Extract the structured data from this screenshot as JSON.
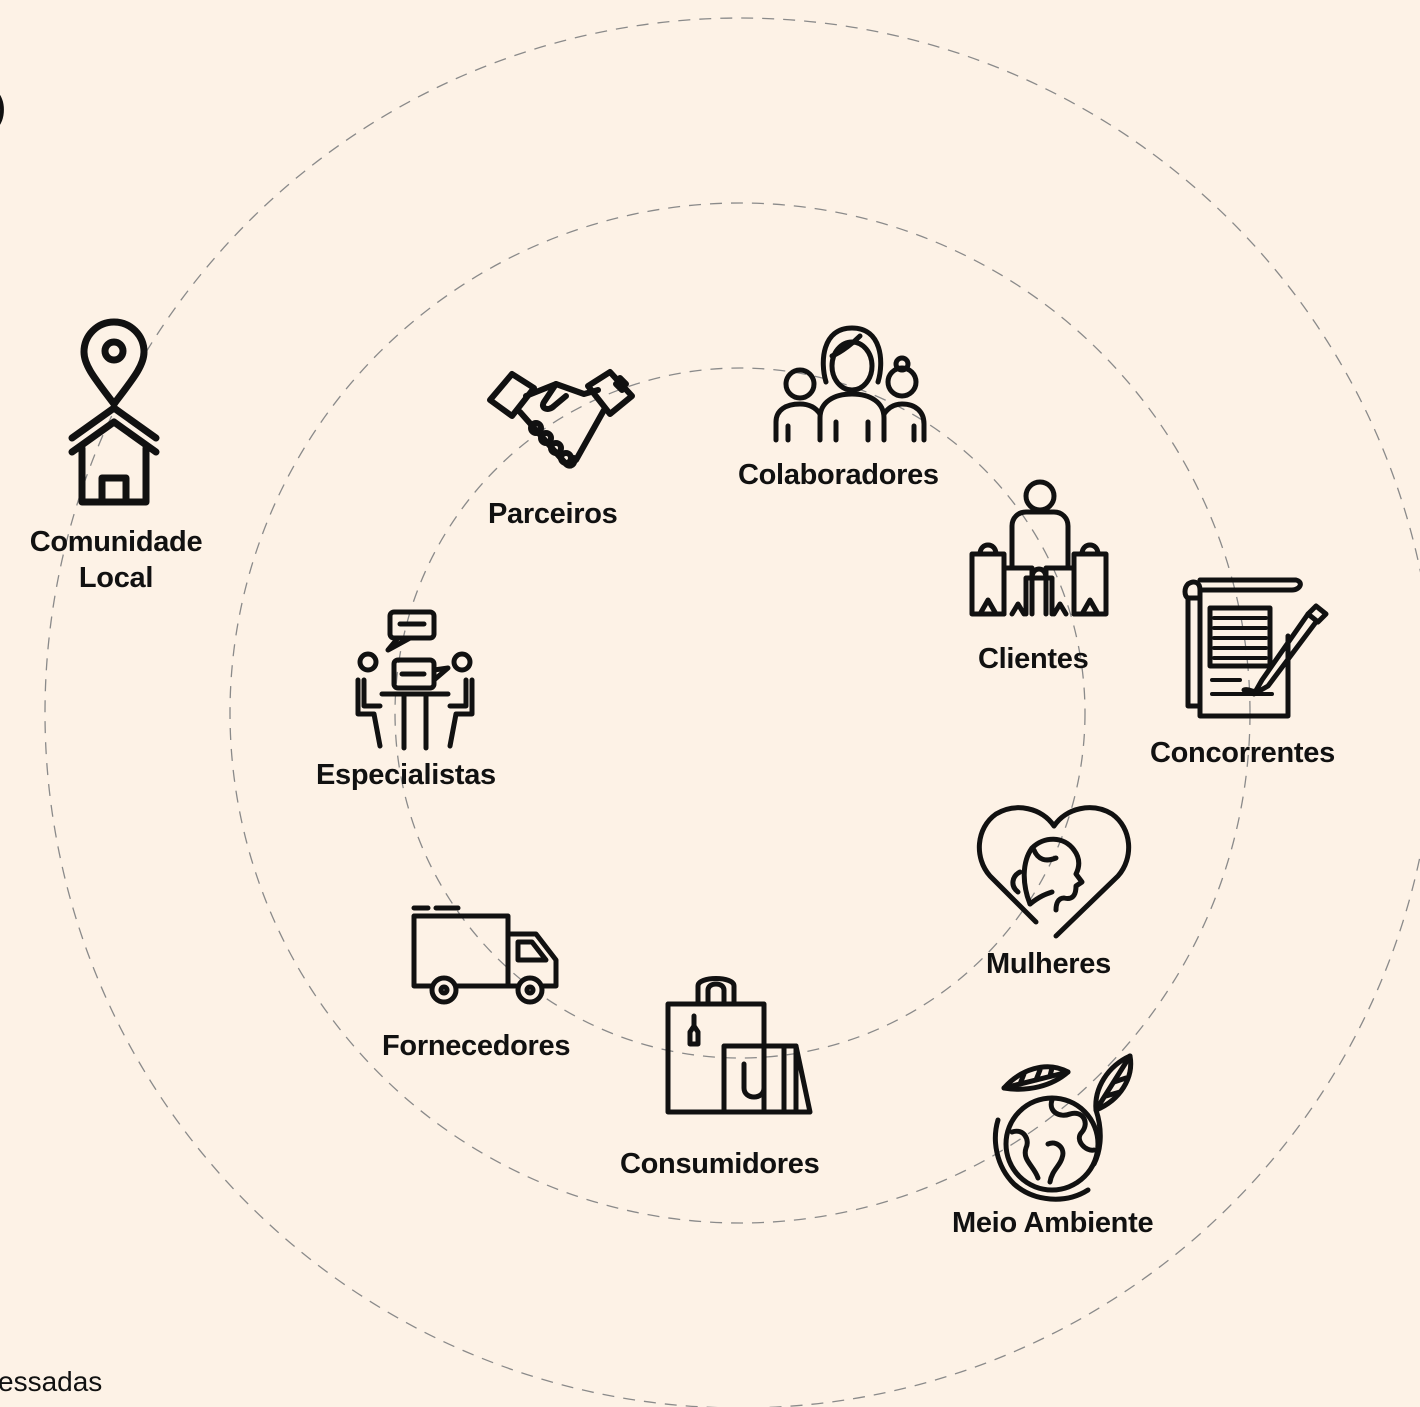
{
  "diagram": {
    "stakeholders": [
      {
        "id": "comunidade-local",
        "label": "Comunidade\nLocal",
        "icon": "location-home-icon",
        "ring": "outer"
      },
      {
        "id": "parceiros",
        "label": "Parceiros",
        "icon": "handshake-icon",
        "ring": "inner"
      },
      {
        "id": "colaboradores",
        "label": "Colaboradores",
        "icon": "team-icon",
        "ring": "inner"
      },
      {
        "id": "clientes",
        "label": "Clientes",
        "icon": "shopping-customers-icon",
        "ring": "middle"
      },
      {
        "id": "concorrentes",
        "label": "Concorrentes",
        "icon": "contract-pen-icon",
        "ring": "outer"
      },
      {
        "id": "especialistas",
        "label": "Especialistas",
        "icon": "meeting-chat-icon",
        "ring": "inner"
      },
      {
        "id": "mulheres",
        "label": "Mulheres",
        "icon": "woman-heart-icon",
        "ring": "middle"
      },
      {
        "id": "fornecedores",
        "label": "Fornecedores",
        "icon": "truck-icon",
        "ring": "inner"
      },
      {
        "id": "consumidores",
        "label": "Consumidores",
        "icon": "shopping-bags-icon",
        "ring": "middle"
      },
      {
        "id": "meio-ambiente",
        "label": "Meio Ambiente",
        "icon": "earth-leaves-icon",
        "ring": "outer"
      }
    ],
    "caption_fragment": "essadas",
    "corner_fragment": ")",
    "colors": {
      "background": "#fdf2e6",
      "ink": "#111111",
      "ring": "#8a8a8a"
    }
  }
}
